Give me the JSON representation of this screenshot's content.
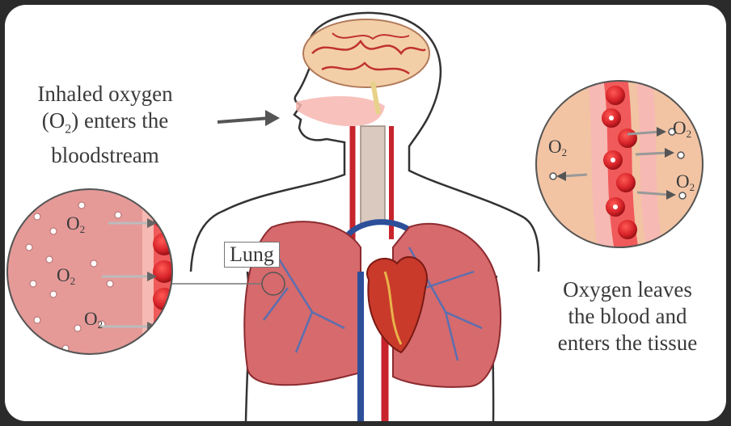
{
  "labels": {
    "inhaled": [
      "Inhaled oxygen",
      "(O",
      "2",
      ") enters the",
      "bloodstream"
    ],
    "lung": "Lung",
    "leaves": [
      "Oxygen leaves",
      "the blood and",
      "enters the tissue"
    ]
  },
  "o2_symbol": {
    "letter": "O",
    "subscript": "2"
  },
  "colors": {
    "tissue_lung": "#e79a98",
    "tissue_body": "#f2c4a4",
    "blood_cell": "#d8242a",
    "vessel_wall": "#f6b9b3",
    "outline": "#333333"
  }
}
